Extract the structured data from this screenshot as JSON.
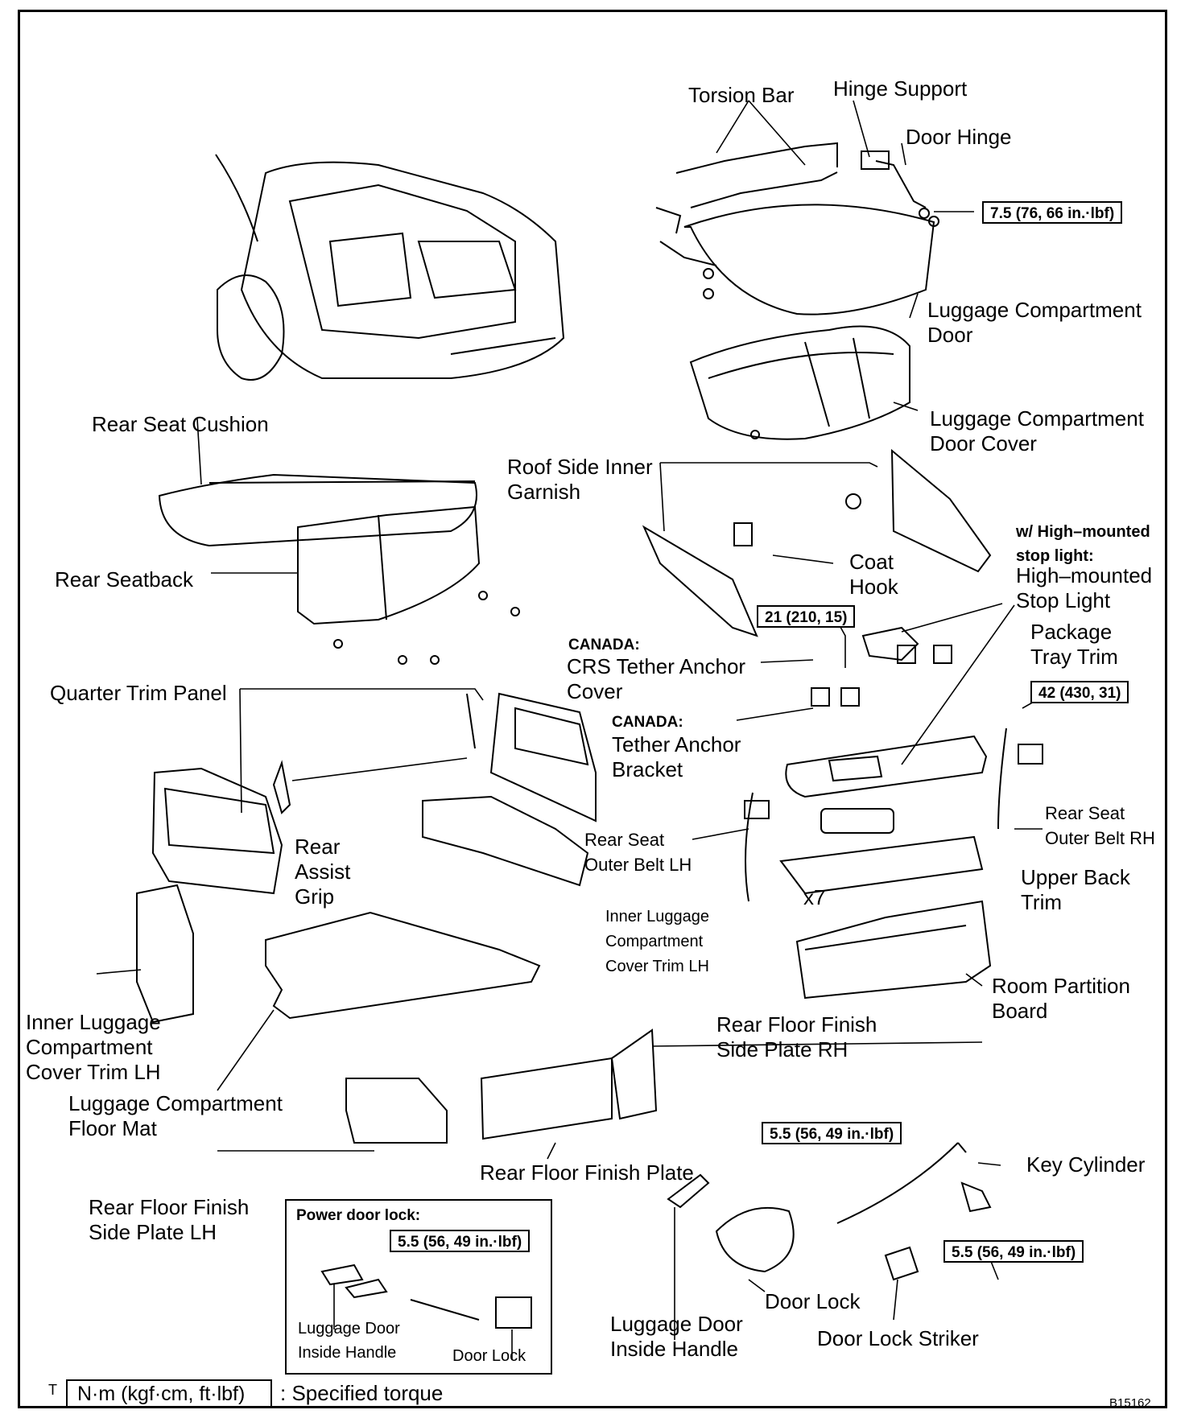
{
  "labels": {
    "torsion_bar": "Torsion Bar",
    "hinge_support": "Hinge Support",
    "door_hinge": "Door Hinge",
    "luggage_compartment_door_1": "Luggage Compartment",
    "luggage_compartment_door_2": "Door",
    "luggage_door_cover_1": "Luggage Compartment",
    "luggage_door_cover_2": "Door Cover",
    "rear_seat_cushion": "Rear Seat Cushion",
    "roof_side_inner_garnish_1": "Roof Side Inner",
    "roof_side_inner_garnish_2": "Garnish",
    "rear_seatback": "Rear Seatback",
    "coat_hook_1": "Coat",
    "coat_hook_2": "Hook",
    "high_mounted_note_1": "w/ High–mounted",
    "high_mounted_note_2": "stop light:",
    "high_mounted_stop_light_1": "High–mounted",
    "high_mounted_stop_light_2": "Stop Light",
    "canada_1": "CANADA:",
    "crs_tether_1": "CRS Tether Anchor",
    "crs_tether_2": "Cover",
    "package_tray_trim_1": "Package",
    "package_tray_trim_2": "Tray Trim",
    "quarter_trim_panel": "Quarter Trim Panel",
    "canada_2": "CANADA:",
    "tether_bracket_1": "Tether Anchor",
    "tether_bracket_2": "Bracket",
    "rear_assist_grip_1": "Rear",
    "rear_assist_grip_2": "Assist",
    "rear_assist_grip_3": "Grip",
    "rear_seat_outer_belt_lh_1": "Rear Seat",
    "rear_seat_outer_belt_lh_2": "Outer Belt LH",
    "rear_seat_outer_belt_rh_1": "Rear Seat",
    "rear_seat_outer_belt_rh_2": "Outer Belt RH",
    "upper_back_trim_1": "Upper Back",
    "upper_back_trim_2": "Trim",
    "x7": "x7",
    "inner_cover_trim_small_1": "Inner Luggage",
    "inner_cover_trim_small_2": "Compartment",
    "inner_cover_trim_small_3": "Cover Trim LH",
    "room_partition_1": "Room Partition",
    "room_partition_2": "Board",
    "inner_cover_trim_1": "Inner Luggage",
    "inner_cover_trim_2": "Compartment",
    "inner_cover_trim_3": "Cover Trim LH",
    "rear_floor_side_rh_1": "Rear Floor Finish",
    "rear_floor_side_rh_2": "Side Plate RH",
    "floor_mat_1": "Luggage Compartment",
    "floor_mat_2": "Floor Mat",
    "rear_floor_finish_plate": "Rear Floor Finish Plate",
    "key_cylinder": "Key Cylinder",
    "rear_floor_side_lh_1": "Rear Floor Finish",
    "rear_floor_side_lh_2": "Side Plate LH",
    "door_lock": "Door Lock",
    "luggage_door_inside_handle_1": "Luggage Door",
    "luggage_door_inside_handle_2": "Inside Handle",
    "door_lock_striker": "Door Lock Striker"
  },
  "torques": {
    "hinge": "7.5 (76, 66 in.·lbf)",
    "high_mount": "21 (210, 15)",
    "belt_rh": "42 (430, 31)",
    "lock": "5.5 (56, 49 in.·lbf)",
    "striker": "5.5 (56, 49 in.·lbf)",
    "power_lock": "5.5 (56, 49 in.·lbf)"
  },
  "power_door_lock": {
    "title": "Power door lock:",
    "handle_1": "Luggage Door",
    "handle_2": "Inside Handle",
    "door_lock": "Door Lock"
  },
  "legend": {
    "marker": "T",
    "units": "N·m (kgf·cm, ft·lbf)",
    "text": ": Specified torque"
  },
  "figure_code": "B15162"
}
